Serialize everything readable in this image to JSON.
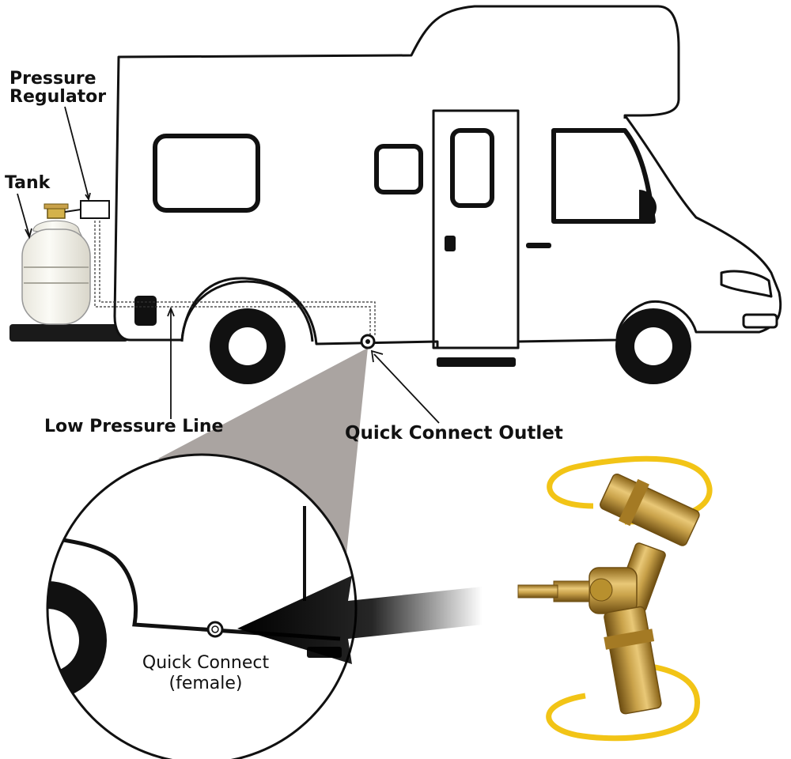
{
  "labels": {
    "pressure_regulator": "Pressure\nRegulator",
    "tank": "Tank",
    "low_pressure_line": "Low Pressure Line",
    "quick_connect_outlet": "Quick Connect Outlet",
    "quick_connect_female": "Quick Connect\n(female)"
  },
  "colors": {
    "outline": "#111111",
    "zoom_cone": "#aaa4a1",
    "brass": "#c9a24a",
    "yellow_strap": "#f2c416",
    "tank_body": "#f2f2ea"
  },
  "icons": [
    "rv-motorhome-icon",
    "propane-tank-icon",
    "pressure-regulator-icon",
    "brass-y-splitter-icon",
    "pointer-arrow-icon"
  ]
}
